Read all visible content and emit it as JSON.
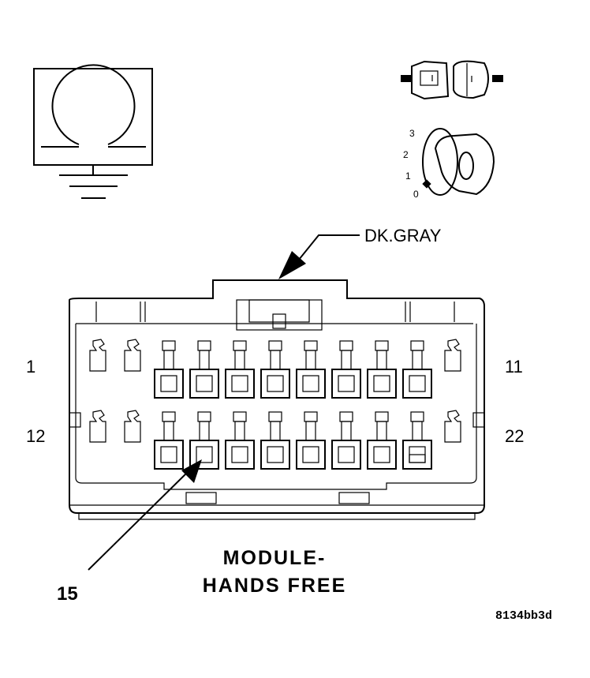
{
  "title_line1": "MODULE-",
  "title_line2": "HANDS FREE",
  "wire_color_label": "DK.GRAY",
  "pin_label_top_left": "1",
  "pin_label_top_right": "11",
  "pin_label_bottom_left": "12",
  "pin_label_bottom_right": "22",
  "callout_pin": "15",
  "figure_id": "8134bb3d",
  "ignition_positions": [
    "3",
    "2",
    "1",
    "0"
  ],
  "ignition_key_symbol": "O",
  "icons": [
    "ground-symbol-icon",
    "connector-plug-icon",
    "ignition-switch-icon"
  ]
}
